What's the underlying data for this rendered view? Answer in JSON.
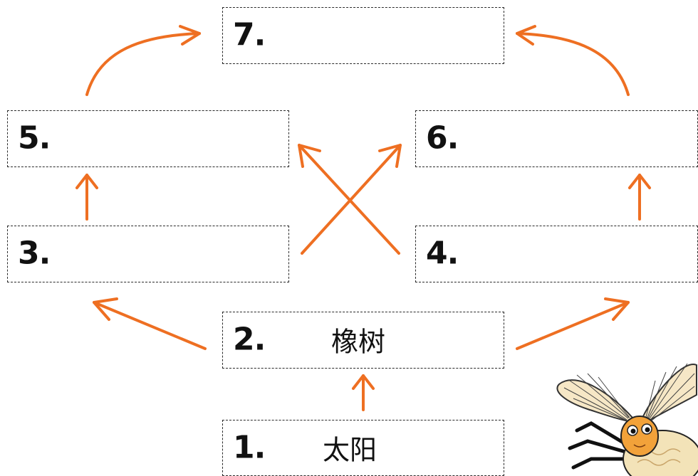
{
  "nodes": [
    {
      "id": "1",
      "number": "1.",
      "label": "太阳"
    },
    {
      "id": "2",
      "number": "2.",
      "label": "橡树"
    },
    {
      "id": "3",
      "number": "3.",
      "label": ""
    },
    {
      "id": "4",
      "number": "4.",
      "label": ""
    },
    {
      "id": "5",
      "number": "5.",
      "label": ""
    },
    {
      "id": "6",
      "number": "6.",
      "label": ""
    },
    {
      "id": "7",
      "number": "7.",
      "label": ""
    }
  ],
  "edges": [
    {
      "from": "1",
      "to": "2"
    },
    {
      "from": "2",
      "to": "3"
    },
    {
      "from": "2",
      "to": "4"
    },
    {
      "from": "3",
      "to": "5"
    },
    {
      "from": "3",
      "to": "6"
    },
    {
      "from": "4",
      "to": "5"
    },
    {
      "from": "4",
      "to": "6"
    },
    {
      "from": "5",
      "to": "7"
    },
    {
      "from": "6",
      "to": "7"
    }
  ],
  "colors": {
    "arrow": "#ee6f22",
    "border": "#2a2a2a",
    "text": "#111111"
  },
  "decoration": {
    "icon": "moth-icon"
  }
}
